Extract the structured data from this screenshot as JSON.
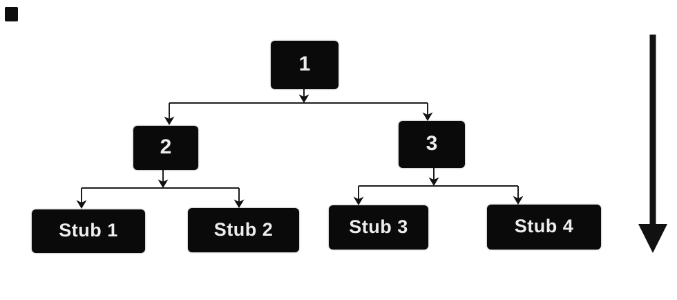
{
  "diagram": {
    "title": "top-down-integration-tree",
    "nodes": {
      "n1": {
        "label": "1"
      },
      "n2": {
        "label": "2"
      },
      "n3": {
        "label": "3"
      },
      "s1": {
        "label": "Stub 1"
      },
      "s2": {
        "label": "Stub 2"
      },
      "s3": {
        "label": "Stub 3"
      },
      "s4": {
        "label": "Stub 4"
      }
    },
    "edges": [
      "1->2",
      "1->3",
      "2->Stub 1",
      "2->Stub 2",
      "3->Stub 3",
      "3->Stub 4"
    ],
    "direction_indicator": "downward-arrow",
    "colors": {
      "box": "#0a0a0a",
      "line": "#1c1c1c",
      "text": "#ededed",
      "background": "#ffffff"
    }
  }
}
